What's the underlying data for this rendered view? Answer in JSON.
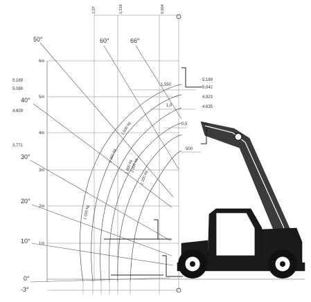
{
  "diagram": {
    "angles": [
      "50°",
      "60°",
      "66°",
      "40°",
      "30°",
      "20°",
      "10°",
      "0°",
      "-3°"
    ],
    "height_axis": [
      "6m",
      "5m",
      "4m",
      "3m",
      "2m",
      "1m"
    ],
    "left_heights": [
      "5,189",
      "5,088",
      "4,809",
      "3,771"
    ],
    "right_heights": [
      "5,189",
      "5,042",
      "4,923",
      "4,635"
    ],
    "top_dims": [
      "2,07",
      "1,516",
      "0,904"
    ],
    "inner_dims": [
      "1,550",
      "1,0",
      "0,5",
      "500"
    ],
    "curve_loads": [
      "1 000 kg",
      "1 350 kg",
      "1 500 kg",
      "1 800 kg",
      "2 000 kg",
      "2 200 kg"
    ]
  }
}
